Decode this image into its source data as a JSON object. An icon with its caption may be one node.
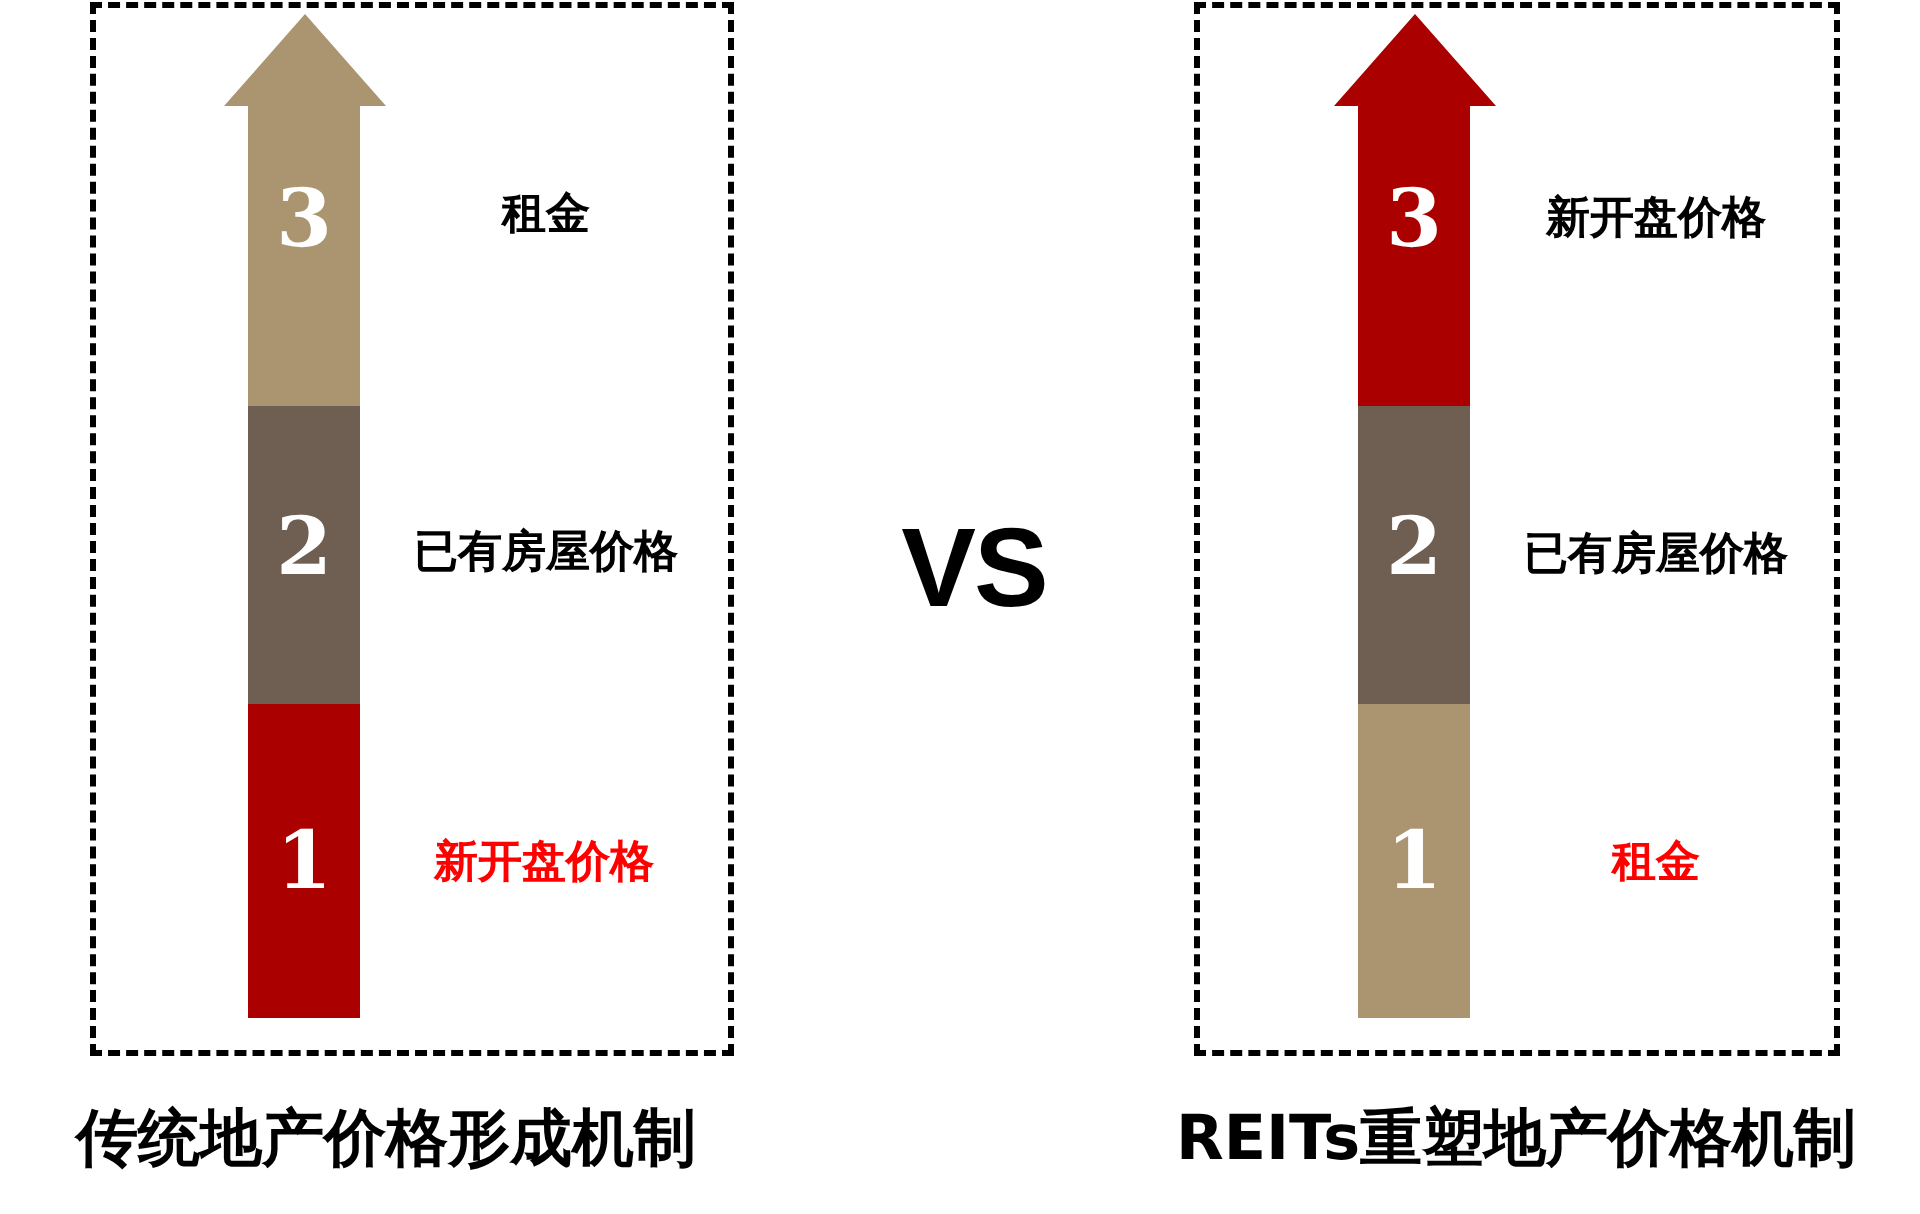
{
  "diagram": {
    "nodes": [
      {
        "text": [
          "传统地产价格形成机制"
        ]
      },
      {
        "text": [
          "3"
        ],
        "in": 0,
        "beside": [
          "租金"
        ]
      },
      {
        "text": [
          "2"
        ],
        "in": 0,
        "beside": [
          "已有房屋价格"
        ]
      },
      {
        "text": [
          "1"
        ],
        "in": 0,
        "beside": [
          "新开盘价格"
        ]
      },
      {
        "text": [
          "REITs重塑地产价格机制"
        ]
      },
      {
        "text": [
          "3"
        ],
        "in": 4,
        "beside": [
          "新开盘价格"
        ]
      },
      {
        "text": [
          "2"
        ],
        "in": 4,
        "beside": [
          "已有房屋价格"
        ]
      },
      {
        "text": [
          "1"
        ],
        "in": 4,
        "beside": [
          "租金"
        ]
      }
    ],
    "labels": [
      "VS"
    ]
  }
}
